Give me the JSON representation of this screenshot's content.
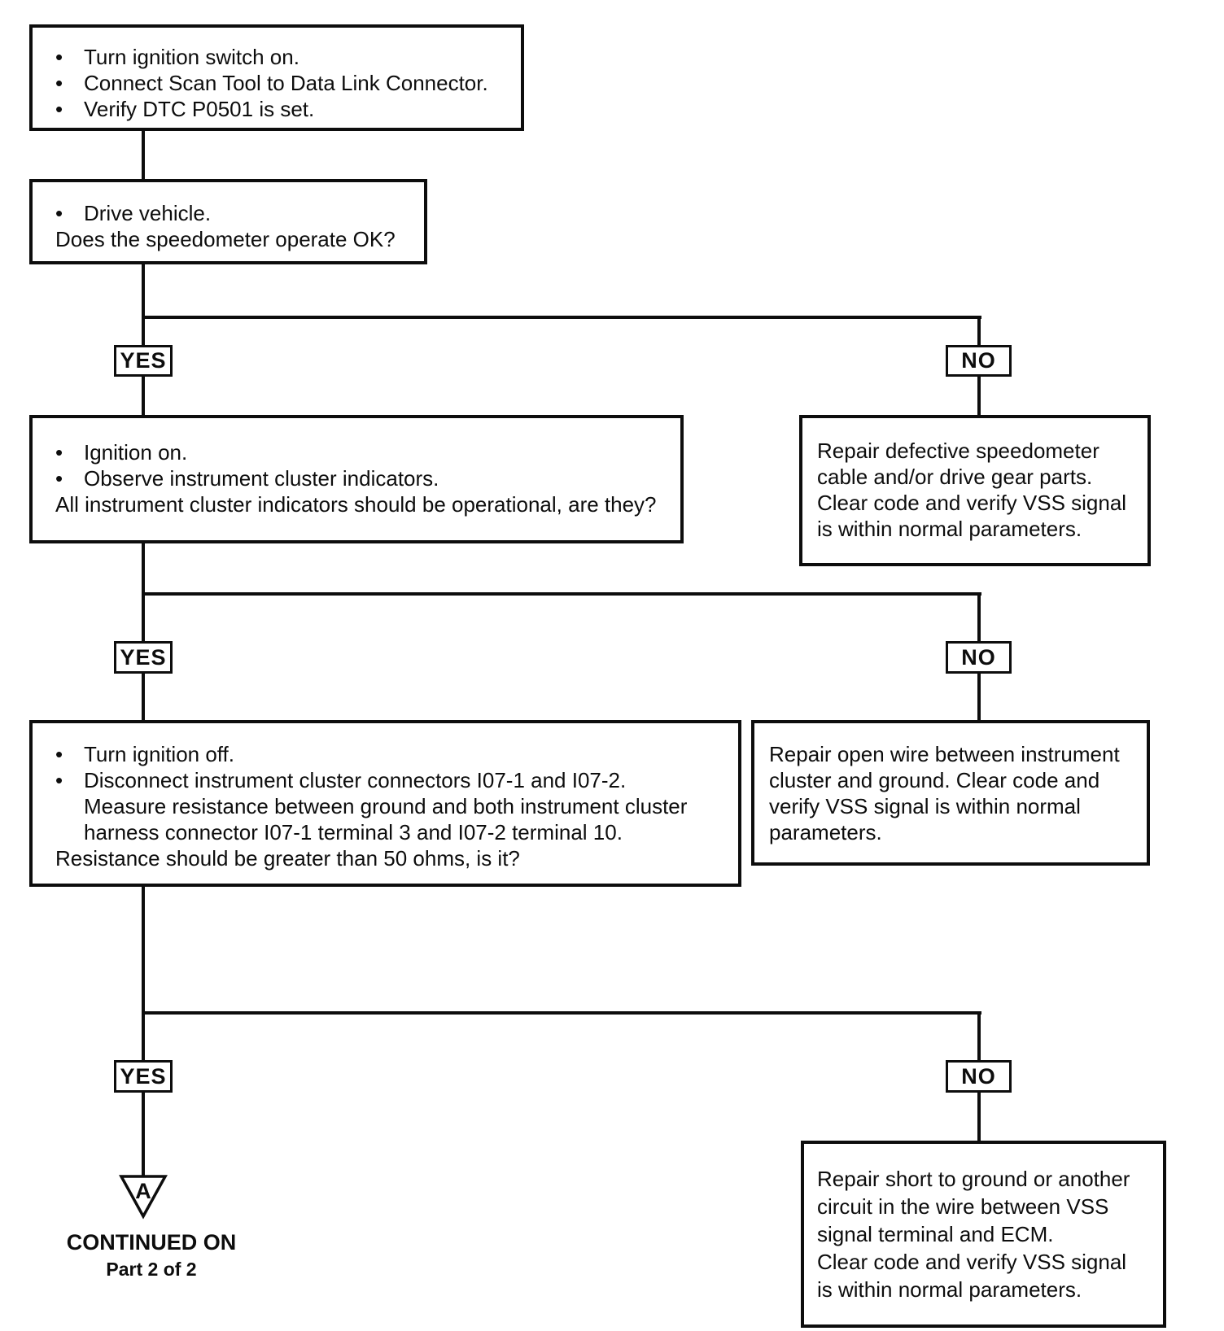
{
  "glyphs": {
    "bullet": "•"
  },
  "labels": {
    "yes": "YES",
    "no": "NO"
  },
  "colors": {
    "ink": "#0d0d0d",
    "background": "#ffffff"
  },
  "nodes": {
    "start": {
      "bullets": [
        "Turn ignition switch on.",
        "Connect Scan Tool to Data Link Connector.",
        "Verify DTC P0501 is set."
      ]
    },
    "drive": {
      "bullets": [
        "Drive vehicle."
      ],
      "question": "Does the speedometer operate OK?"
    },
    "cluster_check": {
      "bullets": [
        "Ignition on.",
        "Observe instrument cluster indicators."
      ],
      "question": "All instrument cluster indicators should be operational, are they?"
    },
    "repair_speedometer": {
      "lines": [
        "Repair defective speedometer",
        "cable and/or drive gear parts.",
        "Clear code and verify VSS signal",
        "is within normal parameters."
      ]
    },
    "resistance_check": {
      "bullets": [
        "Turn ignition off.",
        "Disconnect instrument cluster connectors I07-1 and I07-2."
      ],
      "continuation": [
        "Measure resistance between ground and both instrument cluster",
        "harness connector I07-1 terminal 3 and I07-2 terminal 10."
      ],
      "question": "Resistance should be greater than 50 ohms, is it?"
    },
    "repair_open_wire": {
      "lines": [
        "Repair open wire between instrument",
        "cluster and ground. Clear code and",
        "verify VSS signal is within normal",
        "parameters."
      ]
    },
    "repair_short": {
      "lines": [
        "Repair short to ground or another",
        "circuit in the wire between VSS",
        "signal terminal and ECM.",
        "Clear code and verify VSS signal",
        "is within normal parameters."
      ]
    },
    "continued": {
      "letter": "A",
      "line1": "CONTINUED ON",
      "line2": "Part 2 of 2"
    }
  }
}
